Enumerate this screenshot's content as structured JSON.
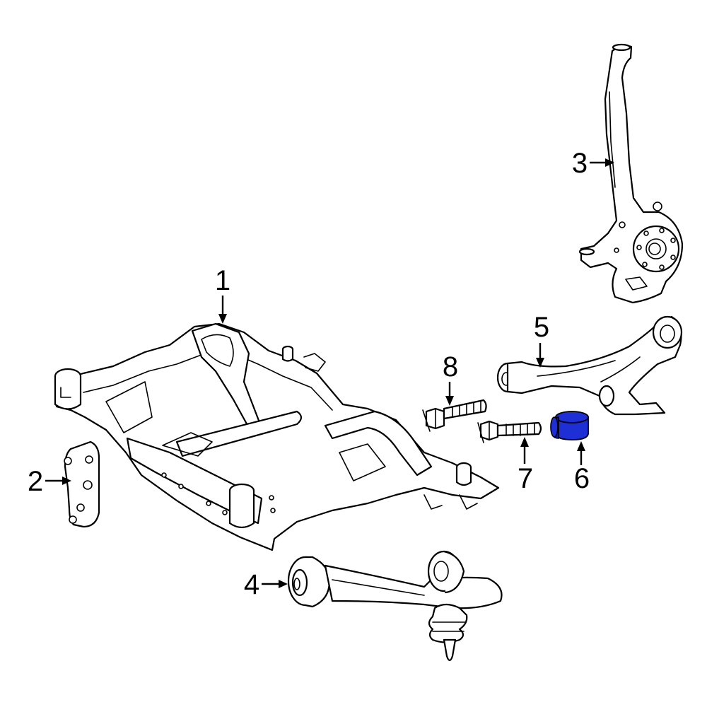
{
  "callouts": [
    {
      "id": 1,
      "label": "1"
    },
    {
      "id": 2,
      "label": "2"
    },
    {
      "id": 3,
      "label": "3"
    },
    {
      "id": 4,
      "label": "4"
    },
    {
      "id": 5,
      "label": "5"
    },
    {
      "id": 6,
      "label": "6"
    },
    {
      "id": 7,
      "label": "7"
    },
    {
      "id": 8,
      "label": "8"
    }
  ],
  "colors": {
    "line": "#000000",
    "background": "#ffffff",
    "highlight_part": "#1f2fd6",
    "highlight_part_dark": "#0c1aa3"
  },
  "highlighted_callout": "6"
}
